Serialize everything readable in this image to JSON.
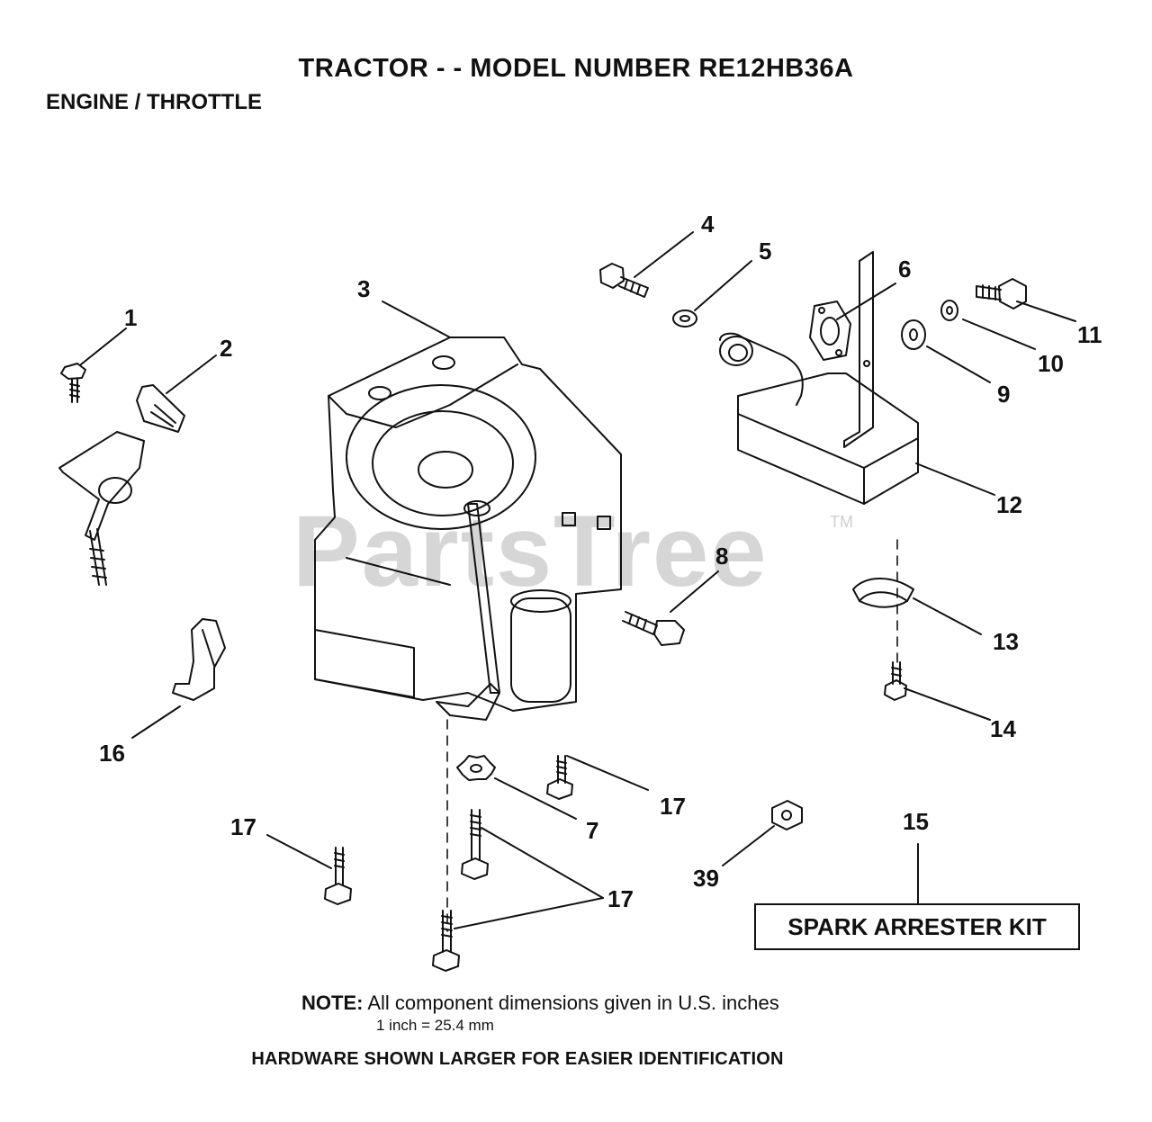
{
  "header": {
    "title": "TRACTOR - - MODEL NUMBER RE12HB36A",
    "subtitle": "ENGINE / THROTTLE"
  },
  "watermark": {
    "text": "PartsTree",
    "tm": "TM"
  },
  "callouts": [
    "1",
    "2",
    "3",
    "4",
    "5",
    "6",
    "8",
    "9",
    "10",
    "11",
    "12",
    "13",
    "14",
    "16",
    "17",
    "7",
    "17",
    "39",
    "15",
    "17"
  ],
  "kit": {
    "label": "SPARK ARRESTER KIT"
  },
  "note": {
    "label": "NOTE:",
    "text": "All component dimensions given in U.S. inches",
    "conversion": "1 inch = 25.4 mm"
  },
  "footer": {
    "text": "HARDWARE SHOWN LARGER FOR EASIER IDENTIFICATION"
  },
  "colors": {
    "ink": "#111111",
    "watermark": "#d6d6d6",
    "background": "#ffffff"
  }
}
